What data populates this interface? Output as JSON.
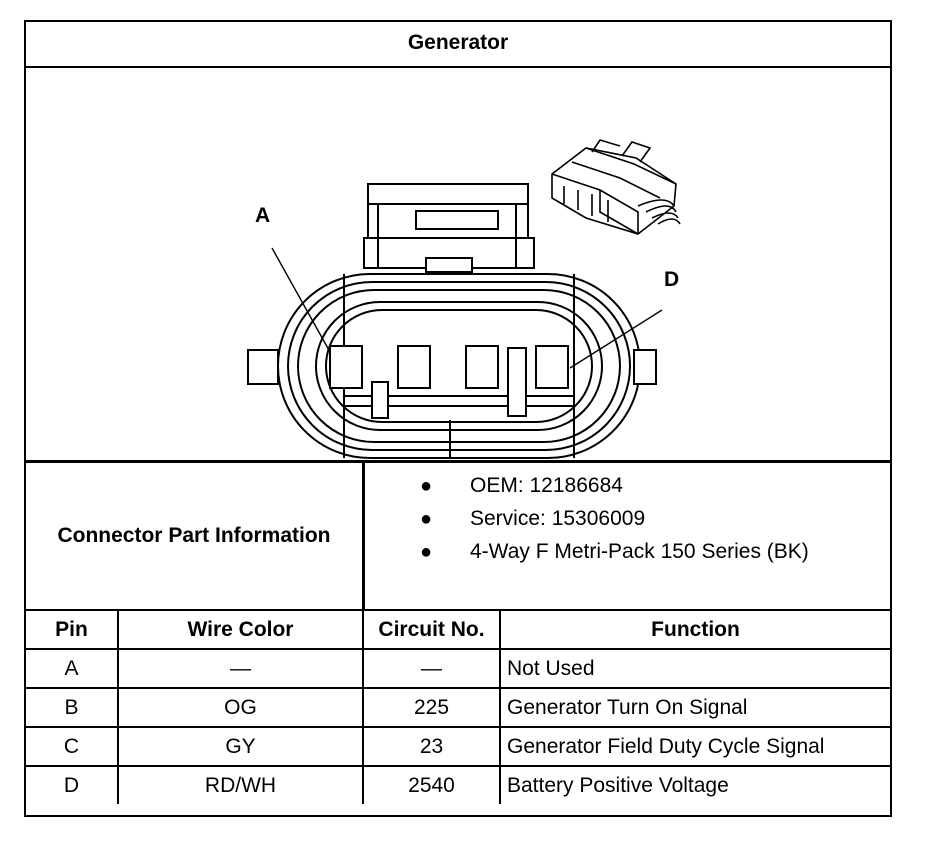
{
  "title": "Generator",
  "diagram": {
    "pin_callouts": [
      "A",
      "D"
    ]
  },
  "connector_info": {
    "label": "Connector Part Information",
    "bullets": [
      "OEM: 12186684",
      "Service: 15306009",
      "4-Way F Metri-Pack 150 Series (BK)"
    ]
  },
  "pin_table": {
    "headers": [
      "Pin",
      "Wire Color",
      "Circuit No.",
      "Function"
    ],
    "rows": [
      {
        "pin": "A",
        "wire_color": "—",
        "circuit": "—",
        "function": "Not Used"
      },
      {
        "pin": "B",
        "wire_color": "OG",
        "circuit": "225",
        "function": "Generator Turn On Signal"
      },
      {
        "pin": "C",
        "wire_color": "GY",
        "circuit": "23",
        "function": "Generator Field Duty Cycle Signal"
      },
      {
        "pin": "D",
        "wire_color": "RD/WH",
        "circuit": "2540",
        "function": "Battery Positive Voltage"
      }
    ]
  }
}
